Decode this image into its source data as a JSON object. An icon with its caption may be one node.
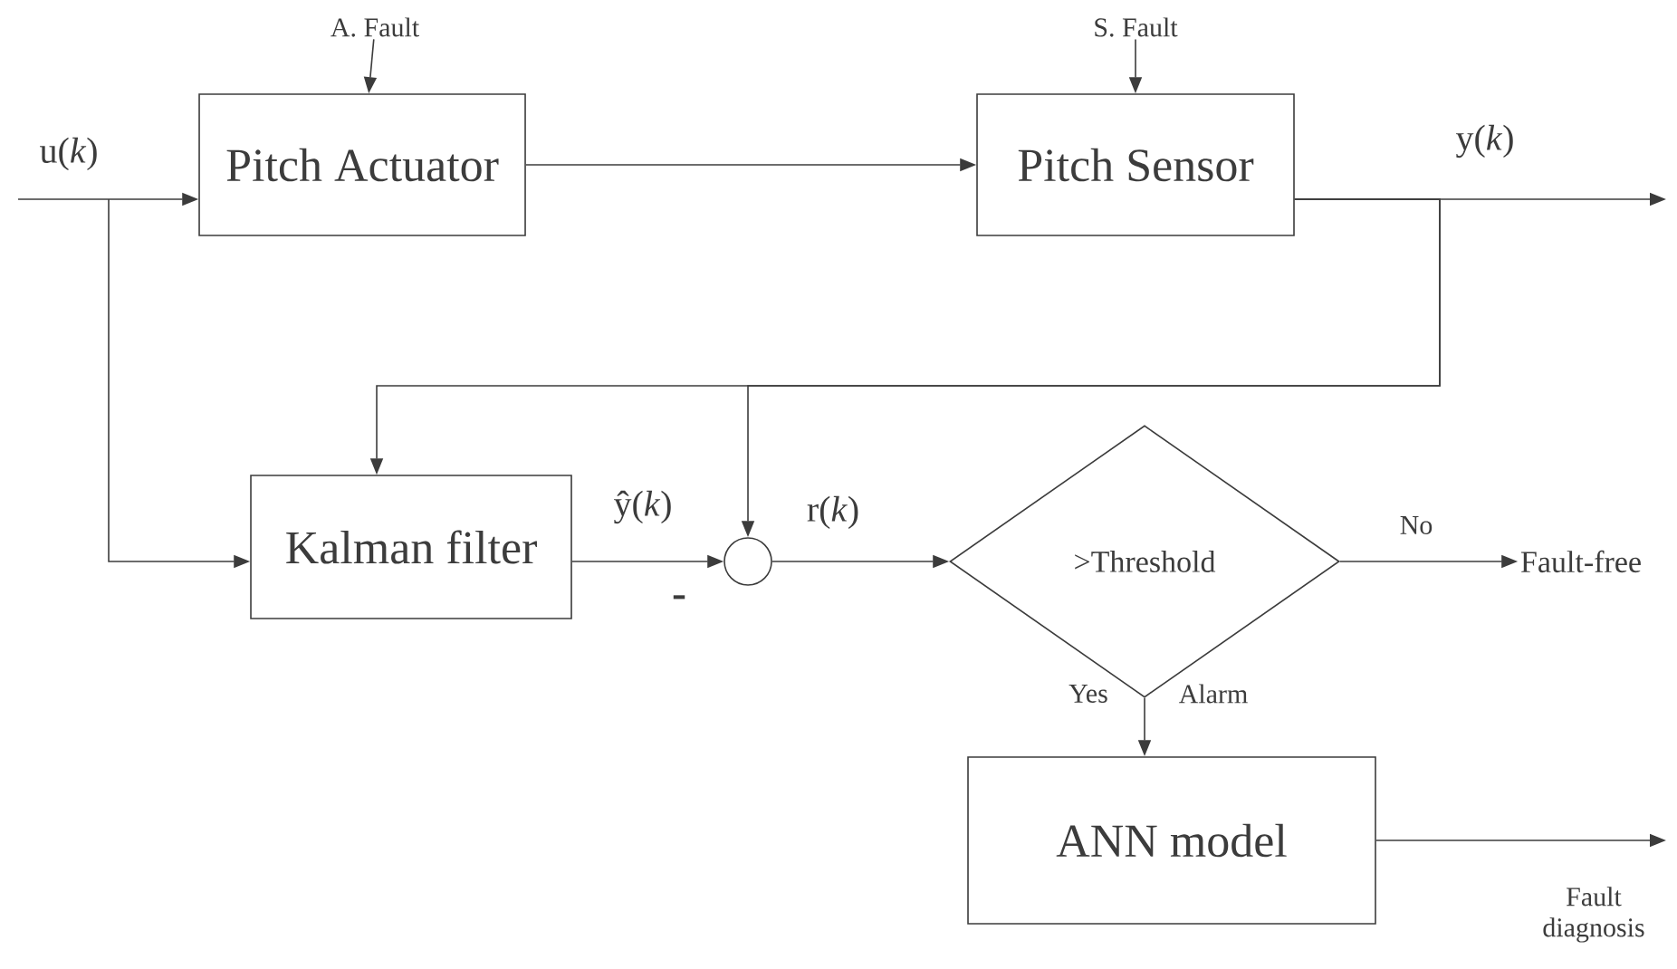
{
  "diagram": {
    "nodes": [
      {
        "text": [
          "A. Fault"
        ]
      },
      {
        "text": [
          "S. Fault"
        ]
      },
      {
        "text": [
          "Pitch Actuator"
        ]
      },
      {
        "text": [
          "Pitch Sensor"
        ]
      },
      {
        "text": [
          "Kalman filter"
        ]
      },
      {
        "text": [],
        "shape": "circle",
        "beside": [
          "-"
        ]
      },
      {
        "text": [
          ">Threshold"
        ]
      },
      {
        "text": [
          "ANN model"
        ]
      },
      {
        "text": [
          "Fault-free"
        ]
      }
    ],
    "edges": [
      {
        "from": null,
        "to": 2,
        "arrow": "to",
        "label": "u(*k*)"
      },
      {
        "from": null,
        "to": 4,
        "arrow": "to"
      },
      {
        "from": 0,
        "to": 2,
        "arrow": "to"
      },
      {
        "from": 1,
        "to": 3,
        "arrow": "to"
      },
      {
        "from": 2,
        "to": 3,
        "arrow": "to"
      },
      {
        "from": 3,
        "to": null,
        "arrow": "to",
        "label": "y(*k*)"
      },
      {
        "from": 3,
        "to": 4,
        "arrow": "to"
      },
      {
        "from": 3,
        "to": 5,
        "arrow": "to"
      },
      {
        "from": 4,
        "to": 5,
        "arrow": "to",
        "label": "ŷ(*k*)"
      },
      {
        "from": 5,
        "to": 6,
        "arrow": "to",
        "label": "r(*k*)"
      },
      {
        "from": 6,
        "to": 8,
        "arrow": "to",
        "label": "No"
      },
      {
        "from": 6,
        "to": 7,
        "arrow": "to",
        "label": "Yes"
      },
      {
        "from": 7,
        "to": null,
        "arrow": "to",
        "label": "Fault diagnosis"
      }
    ],
    "labels": [
      "Alarm"
    ]
  }
}
